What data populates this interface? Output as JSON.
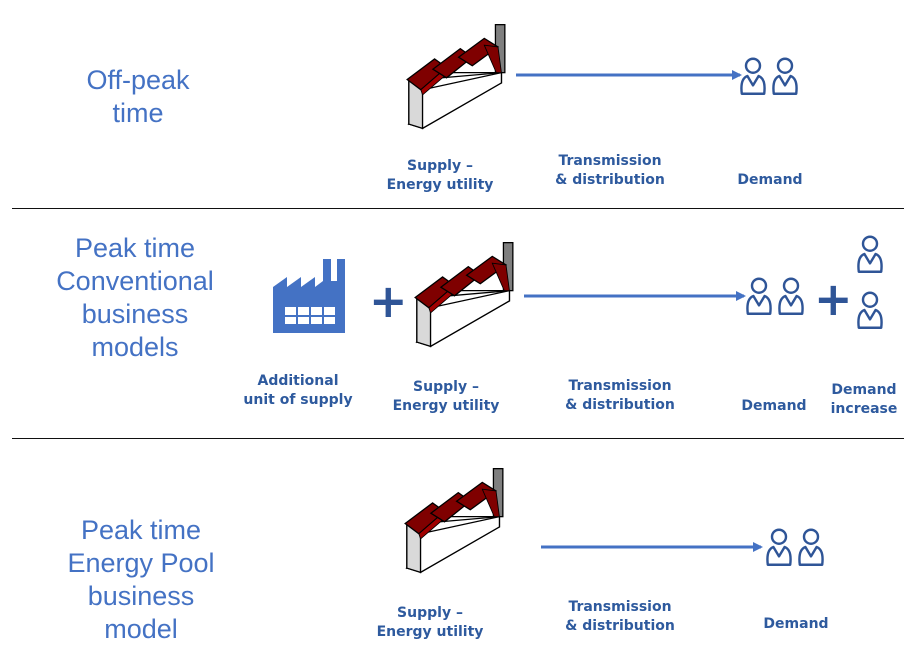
{
  "section1": {
    "title": [
      "Off-peak",
      "time"
    ],
    "supply": [
      "Supply –",
      "Energy utility"
    ],
    "transmission": [
      "Transmission",
      "& distribution"
    ],
    "demand": "Demand"
  },
  "section2": {
    "title": [
      "Peak time",
      "Conventional",
      "business",
      "models"
    ],
    "additional": [
      "Additional",
      "unit of supply"
    ],
    "supply": [
      "Supply –",
      "Energy utility"
    ],
    "transmission": [
      "Transmission",
      "& distribution"
    ],
    "demand": "Demand",
    "increase": [
      "Demand",
      "increase"
    ],
    "plus": "+"
  },
  "section3": {
    "title": [
      "Peak time",
      "Energy Pool",
      "business model"
    ],
    "supply": [
      "Supply –",
      "Energy utility"
    ],
    "transmission": [
      "Transmission",
      "& distribution"
    ],
    "demand": "Demand"
  },
  "colors": {
    "title": "#4472c4",
    "label": "#2e5a9e",
    "roof": "#7f0000",
    "factory_body": "#ffffff",
    "factory_side": "#d9d9d9",
    "chimney": "#7f7f7f",
    "arrow": "#4472c4",
    "additional_factory": "#4472c4"
  },
  "icons": [
    "factory-icon",
    "person-icon",
    "industry-icon",
    "plus-sign"
  ]
}
